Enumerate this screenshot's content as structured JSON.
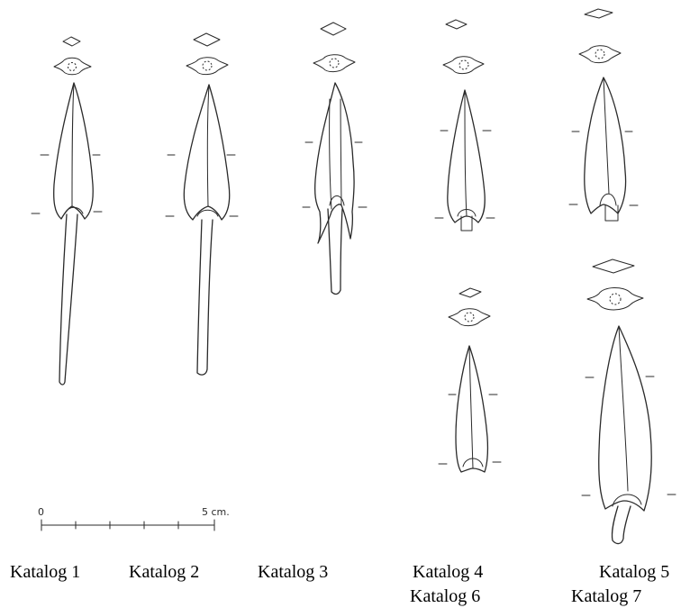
{
  "scale_bar": {
    "start_label": "0",
    "end_label": "5 cm."
  },
  "captions": {
    "k1": "Katalog 1",
    "k2": "Katalog 2",
    "k3": "Katalog 3",
    "k4": "Katalog 4",
    "k5": "Katalog 5",
    "k6": "Katalog 6",
    "k7": "Katalog 7"
  }
}
